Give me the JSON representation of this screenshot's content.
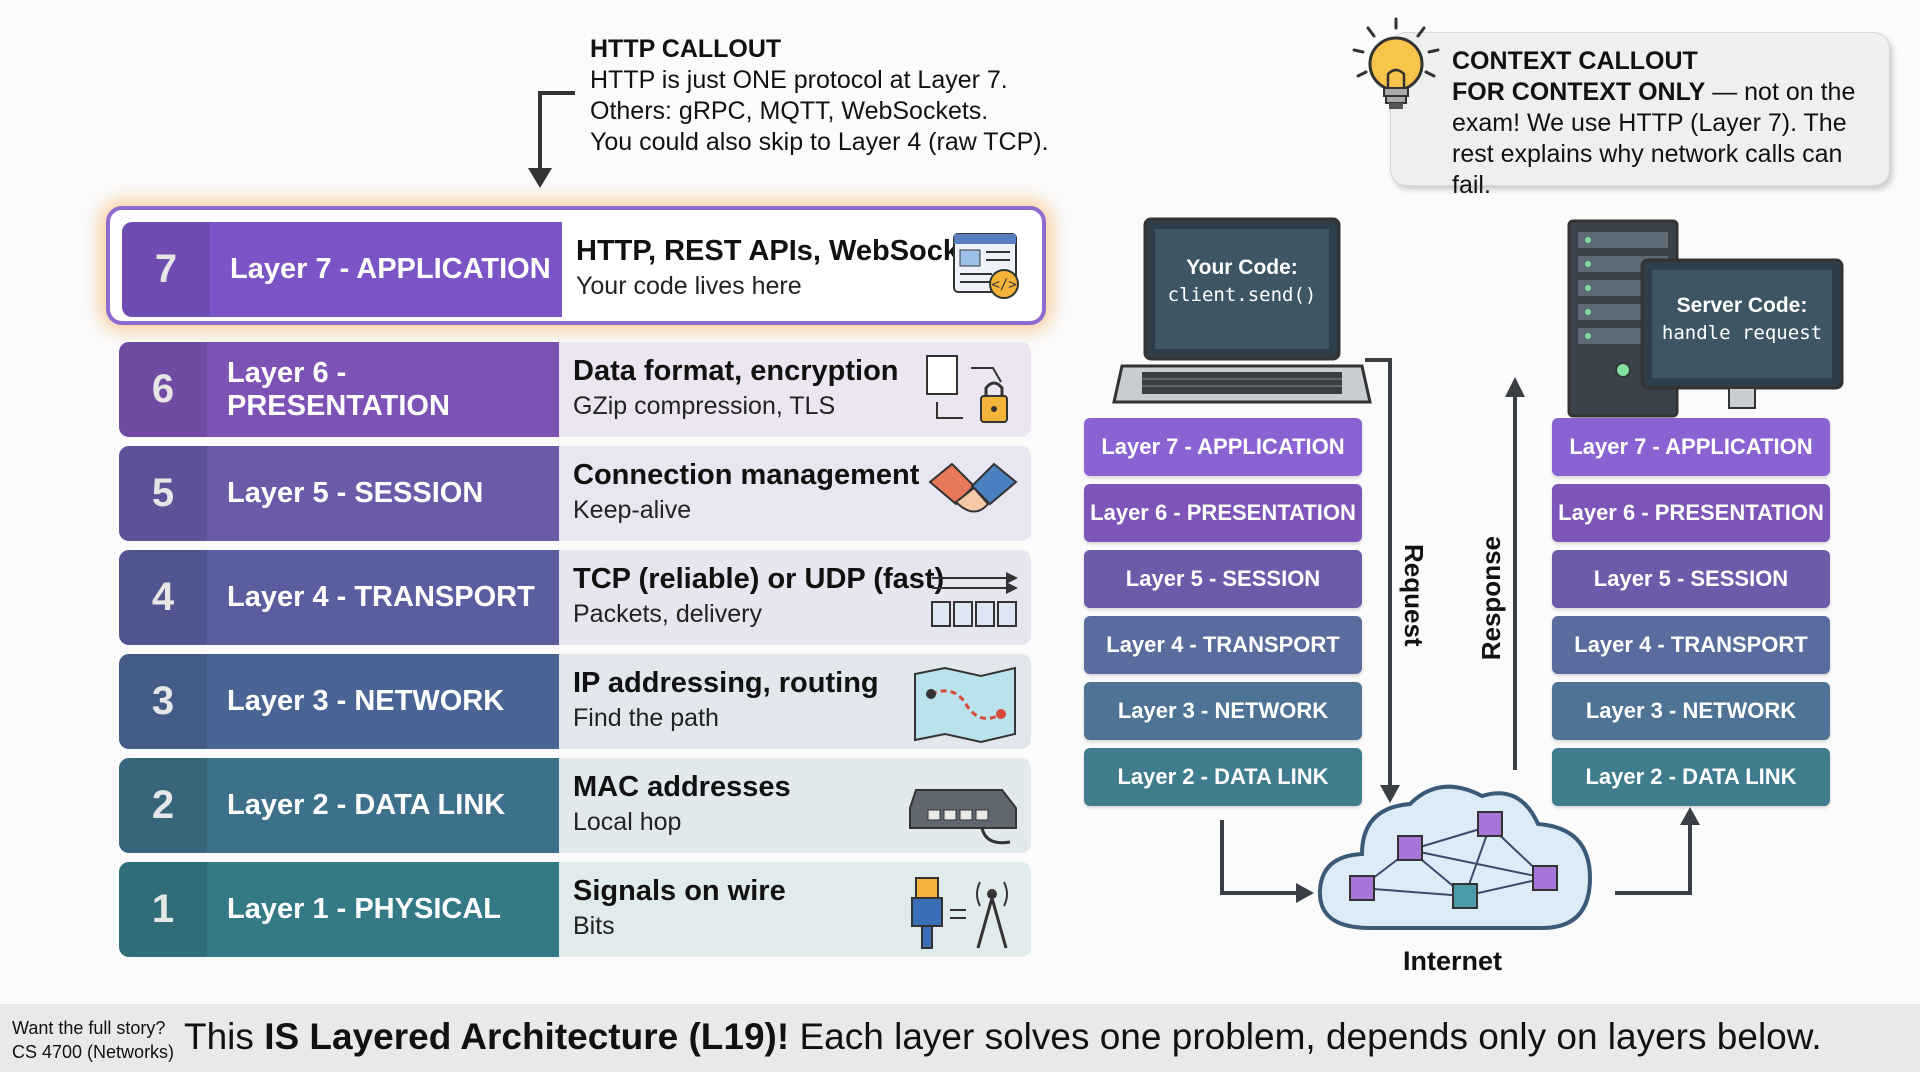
{
  "http_callout": {
    "title": "HTTP CALLOUT",
    "lines": [
      "HTTP is just ONE protocol at Layer 7.",
      "Others: gRPC, MQTT, WebSockets.",
      "You could also skip to Layer 4 (raw TCP)."
    ]
  },
  "context_callout": {
    "title": "CONTEXT CALLOUT",
    "bold": "FOR CONTEXT ONLY",
    "rest": " — not on the exam! We use HTTP (Layer 7). The rest explains why network calls can fail."
  },
  "layers": [
    {
      "num": "7",
      "name": "Layer 7 - APPLICATION",
      "title": "HTTP, REST APIs, WebSockets",
      "sub": "Your code lives here",
      "icon": "browser-code-icon",
      "color": "#7b55c6",
      "desc_bg": "#ffffff"
    },
    {
      "num": "6",
      "name": "Layer 6 - PRESENTATION",
      "title": "Data format, encryption",
      "sub": "GZip compression, TLS",
      "icon": "data-lock-icon",
      "color": "#7c53b5",
      "desc_bg": "#ece6f3"
    },
    {
      "num": "5",
      "name": "Layer 5 - SESSION",
      "title": "Connection management",
      "sub": "Keep-alive",
      "icon": "handshake-icon",
      "color": "#6a5aa8",
      "desc_bg": "#e8e6f1"
    },
    {
      "num": "4",
      "name": "Layer 4 - TRANSPORT",
      "title": "TCP (reliable) or UDP (fast)",
      "sub": "Packets, delivery",
      "icon": "packets-icon",
      "color": "#5a5e9f",
      "desc_bg": "#e5e6ef"
    },
    {
      "num": "3",
      "name": "Layer 3 - NETWORK",
      "title": "IP addressing, routing",
      "sub": "Find the path",
      "icon": "map-route-icon",
      "color": "#4a6595",
      "desc_bg": "#e2e7ee"
    },
    {
      "num": "2",
      "name": "Layer 2 - DATA LINK",
      "title": "MAC addresses",
      "sub": "Local hop",
      "icon": "network-switch-icon",
      "color": "#3d708a",
      "desc_bg": "#e1e9ec"
    },
    {
      "num": "1",
      "name": "Layer 1 - PHYSICAL",
      "title": "Signals on wire",
      "sub": "Bits",
      "icon": "cable-antenna-icon",
      "color": "#347a86",
      "desc_bg": "#e0ebec"
    }
  ],
  "client": {
    "label1": "Your Code:",
    "label2": "client.send()"
  },
  "server": {
    "label1": "Server Code:",
    "label2": "handle request"
  },
  "stack_layers": [
    "Layer 7 - APPLICATION",
    "Layer 6 - PRESENTATION",
    "Layer 5 - SESSION",
    "Layer 4 - TRANSPORT",
    "Layer 3 - NETWORK",
    "Layer 2 - DATA LINK"
  ],
  "stack_colors": [
    "#8a63d2",
    "#7d55b8",
    "#6d5aa9",
    "#5a6c9d",
    "#4e7394",
    "#3f7c8e"
  ],
  "request_label": "Request",
  "response_label": "Response",
  "internet_label": "Internet",
  "footer": {
    "small1": "Want the full story?",
    "small2": "CS 4700 (Networks)",
    "pre": "This ",
    "bold": "IS Layered Architecture (L19)!",
    "post": " Each layer solves one problem, depends only on layers below."
  }
}
